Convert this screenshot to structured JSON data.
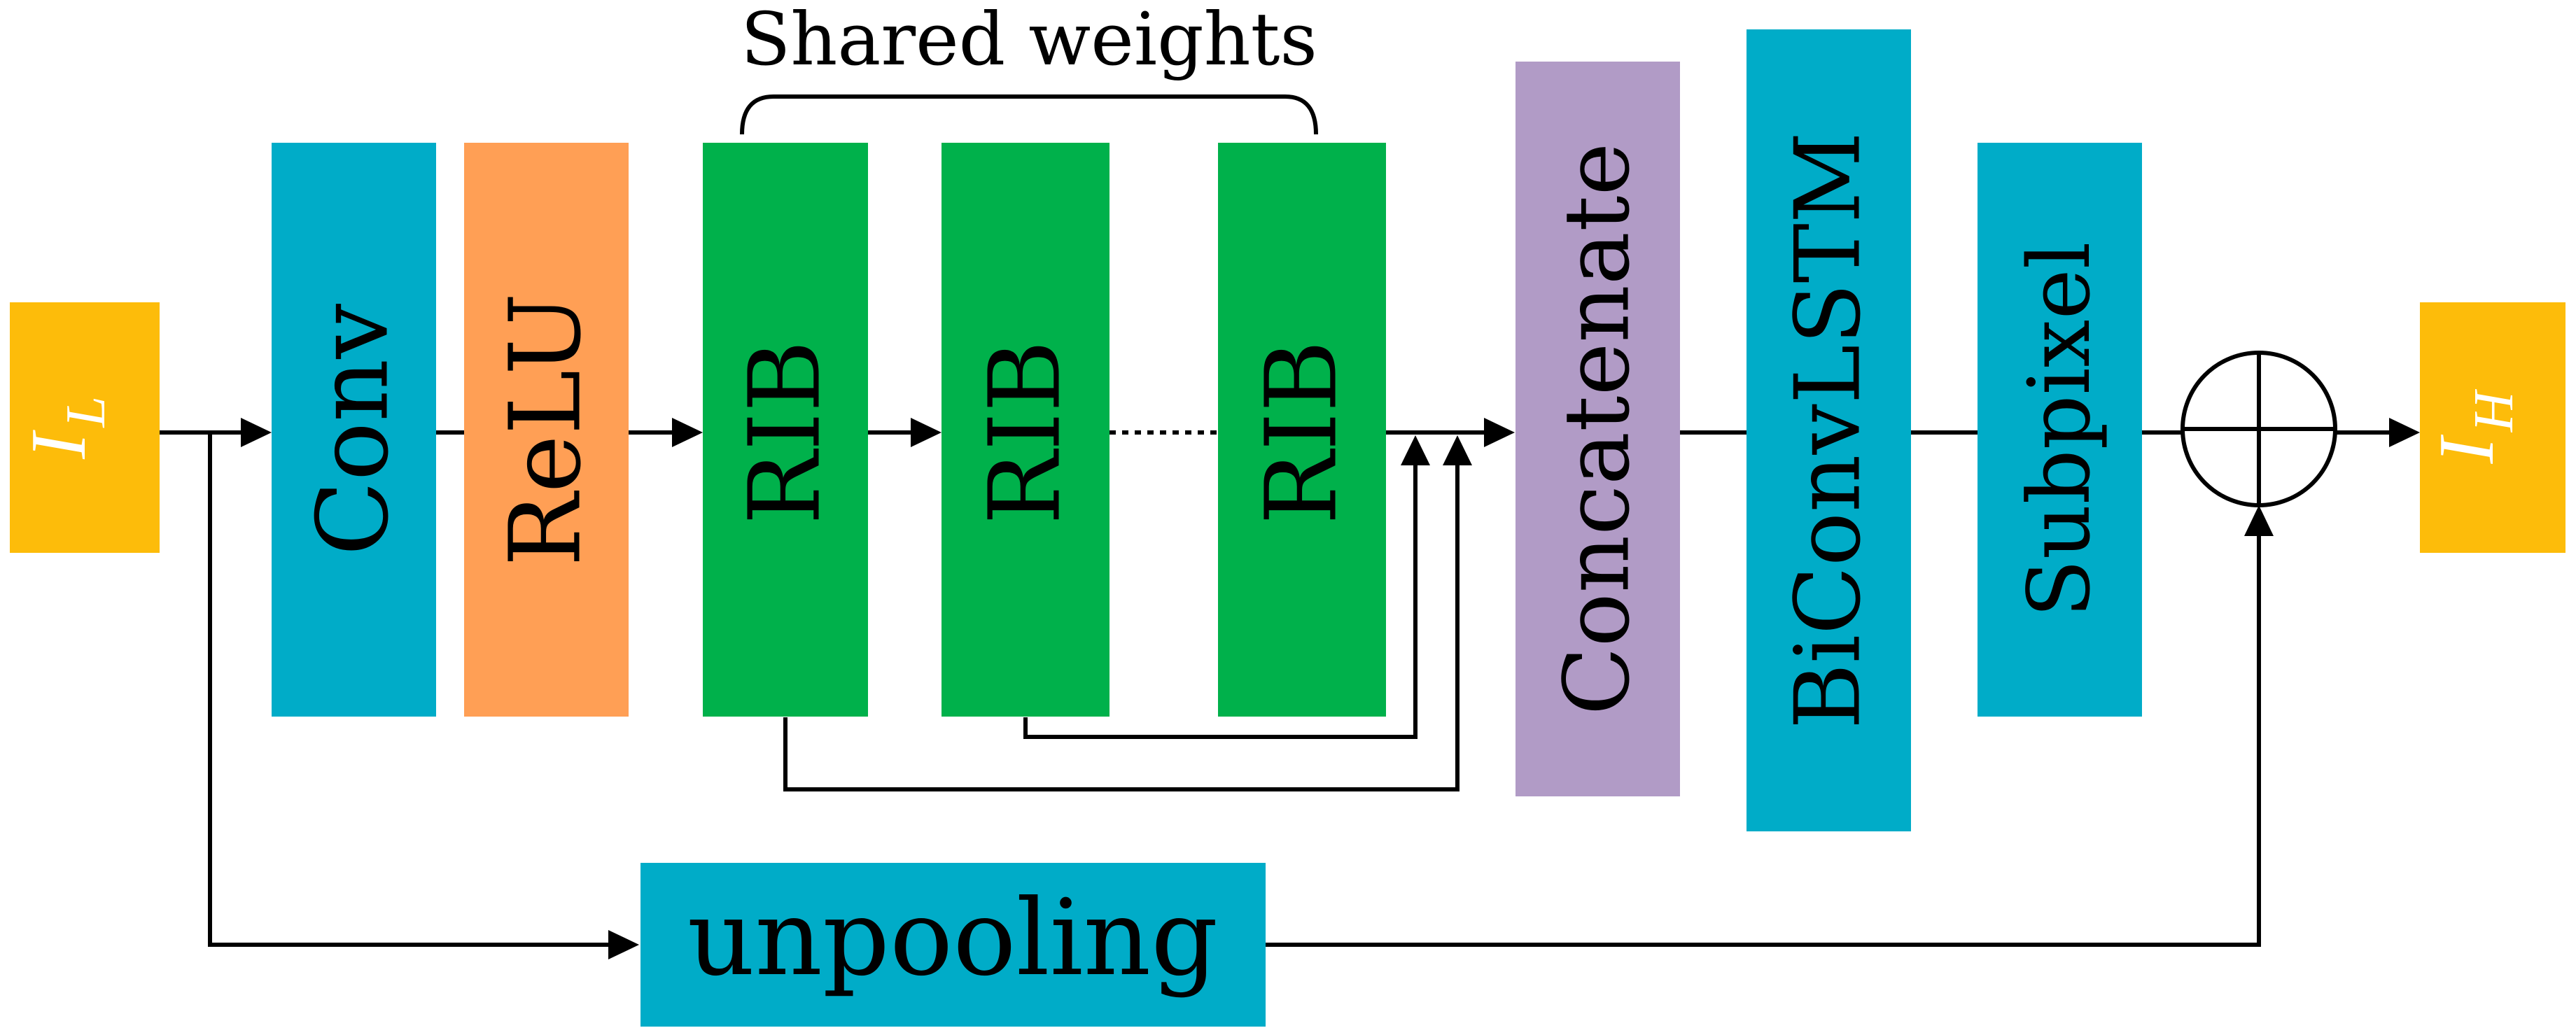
{
  "title": "Shared weights",
  "colors": {
    "io": "#FDBC0A",
    "conv": "#00ACC8",
    "relu": "#FF9F55",
    "rib": "#00B14B",
    "concat": "#B19BC6",
    "bilstm": "#00ACC8",
    "subpixel": "#00ACC8",
    "unpool": "#00ACC8",
    "edge": "#000000",
    "text": "#000000",
    "io_text": "#FFFFFF"
  },
  "nodes": {
    "input": {
      "label": "I",
      "sub": "L"
    },
    "conv": {
      "label": "Conv"
    },
    "relu": {
      "label": "ReLU"
    },
    "rib1": {
      "label": "RIB"
    },
    "rib2": {
      "label": "RIB"
    },
    "rib3": {
      "label": "RIB"
    },
    "concatenate": {
      "label": "Concatenate"
    },
    "biconvlstm": {
      "label": "BiConvLSTM"
    },
    "subpixel": {
      "label": "Subpixel"
    },
    "unpooling": {
      "label": "unpooling"
    },
    "output": {
      "label": "I",
      "sub": "H"
    }
  },
  "sum_node": {
    "symbol": "⊕"
  }
}
